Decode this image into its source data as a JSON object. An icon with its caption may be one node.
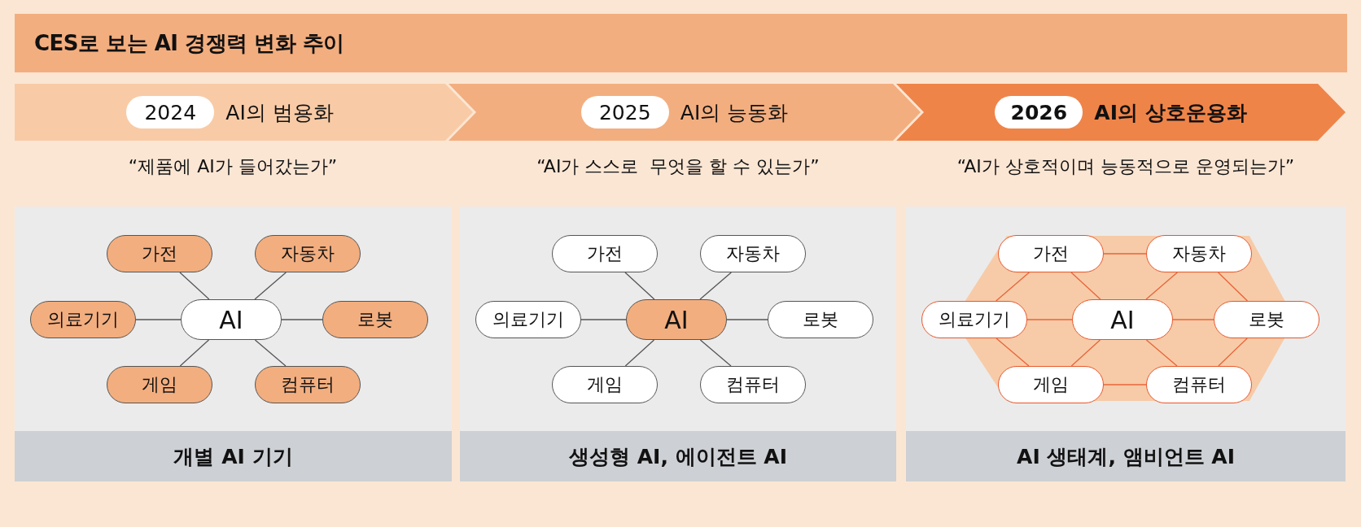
{
  "diagram": {
    "title": "CES로 보는 AI 경쟁력 변화 추이",
    "nodes": [
      {
        "text": [
          "AI의 범용화"
        ]
      },
      {
        "text": [
          "2024"
        ],
        "in": 0
      },
      {
        "text": [
          "AI의 능동화"
        ]
      },
      {
        "text": [
          "2025"
        ],
        "in": 2
      },
      {
        "text": [
          "AI의 상호운용화"
        ]
      },
      {
        "text": [
          "2026"
        ],
        "in": 4
      },
      {
        "text": [],
        "shape": "box"
      },
      {
        "text": [
          "AI"
        ],
        "in": 6
      },
      {
        "text": [
          "가전"
        ],
        "in": 6
      },
      {
        "text": [
          "자동차"
        ],
        "in": 6
      },
      {
        "text": [
          "의료기기"
        ],
        "in": 6
      },
      {
        "text": [
          "로봇"
        ],
        "in": 6
      },
      {
        "text": [
          "게임"
        ],
        "in": 6
      },
      {
        "text": [
          "컴퓨터"
        ],
        "in": 6
      },
      {
        "text": [
          "개별 AI 기기"
        ],
        "in": 6
      },
      {
        "text": [],
        "shape": "box"
      },
      {
        "text": [
          "AI"
        ],
        "in": 15
      },
      {
        "text": [
          "가전"
        ],
        "in": 15
      },
      {
        "text": [
          "자동차"
        ],
        "in": 15
      },
      {
        "text": [
          "의료기기"
        ],
        "in": 15
      },
      {
        "text": [
          "로봇"
        ],
        "in": 15
      },
      {
        "text": [
          "게임"
        ],
        "in": 15
      },
      {
        "text": [
          "컴퓨터"
        ],
        "in": 15
      },
      {
        "text": [
          "생성형 AI, 에이전트 AI"
        ],
        "in": 15
      },
      {
        "text": [],
        "shape": "box"
      },
      {
        "text": [
          "AI"
        ],
        "in": 24
      },
      {
        "text": [
          "가전"
        ],
        "in": 24
      },
      {
        "text": [
          "자동차"
        ],
        "in": 24
      },
      {
        "text": [
          "의료기기"
        ],
        "in": 24
      },
      {
        "text": [
          "로봇"
        ],
        "in": 24
      },
      {
        "text": [
          "게임"
        ],
        "in": 24
      },
      {
        "text": [
          "컴퓨터"
        ],
        "in": 24
      },
      {
        "text": [
          "AI 생태계, 앰비언트 AI"
        ],
        "in": 24
      }
    ],
    "edges": [
      {
        "from": 7,
        "to": 8,
        "arrow": "none"
      },
      {
        "from": 7,
        "to": 9,
        "arrow": "none"
      },
      {
        "from": 7,
        "to": 10,
        "arrow": "none"
      },
      {
        "from": 7,
        "to": 11,
        "arrow": "none"
      },
      {
        "from": 7,
        "to": 12,
        "arrow": "none"
      },
      {
        "from": 7,
        "to": 13,
        "arrow": "none"
      },
      {
        "from": 16,
        "to": 17,
        "arrow": "none"
      },
      {
        "from": 16,
        "to": 18,
        "arrow": "none"
      },
      {
        "from": 16,
        "to": 19,
        "arrow": "none"
      },
      {
        "from": 16,
        "to": 20,
        "arrow": "none"
      },
      {
        "from": 16,
        "to": 21,
        "arrow": "none"
      },
      {
        "from": 16,
        "to": 22,
        "arrow": "none"
      },
      {
        "from": 25,
        "to": 26,
        "arrow": "none",
        "color": "#e8643a"
      },
      {
        "from": 25,
        "to": 27,
        "arrow": "none",
        "color": "#e8643a"
      },
      {
        "from": 25,
        "to": 28,
        "arrow": "none",
        "color": "#e8643a"
      },
      {
        "from": 25,
        "to": 29,
        "arrow": "none",
        "color": "#e8643a"
      },
      {
        "from": 25,
        "to": 30,
        "arrow": "none",
        "color": "#e8643a"
      },
      {
        "from": 25,
        "to": 31,
        "arrow": "none",
        "color": "#e8643a"
      },
      {
        "from": 26,
        "to": 27,
        "arrow": "none",
        "color": "#e8643a"
      },
      {
        "from": 27,
        "to": 29,
        "arrow": "none",
        "color": "#e8643a"
      },
      {
        "from": 29,
        "to": 31,
        "arrow": "none",
        "color": "#e8643a"
      },
      {
        "from": 31,
        "to": 30,
        "arrow": "none",
        "color": "#e8643a"
      },
      {
        "from": 30,
        "to": 28,
        "arrow": "none",
        "color": "#e8643a"
      },
      {
        "from": 28,
        "to": 26,
        "arrow": "none",
        "color": "#e8643a"
      }
    ],
    "labels": [
      "“제품에 AI가 들어갔는가”",
      "“AI가 스스로  무엇을 할 수 있는가”",
      "“AI가 상호적이며 능동적으로 운영되는가”"
    ]
  }
}
